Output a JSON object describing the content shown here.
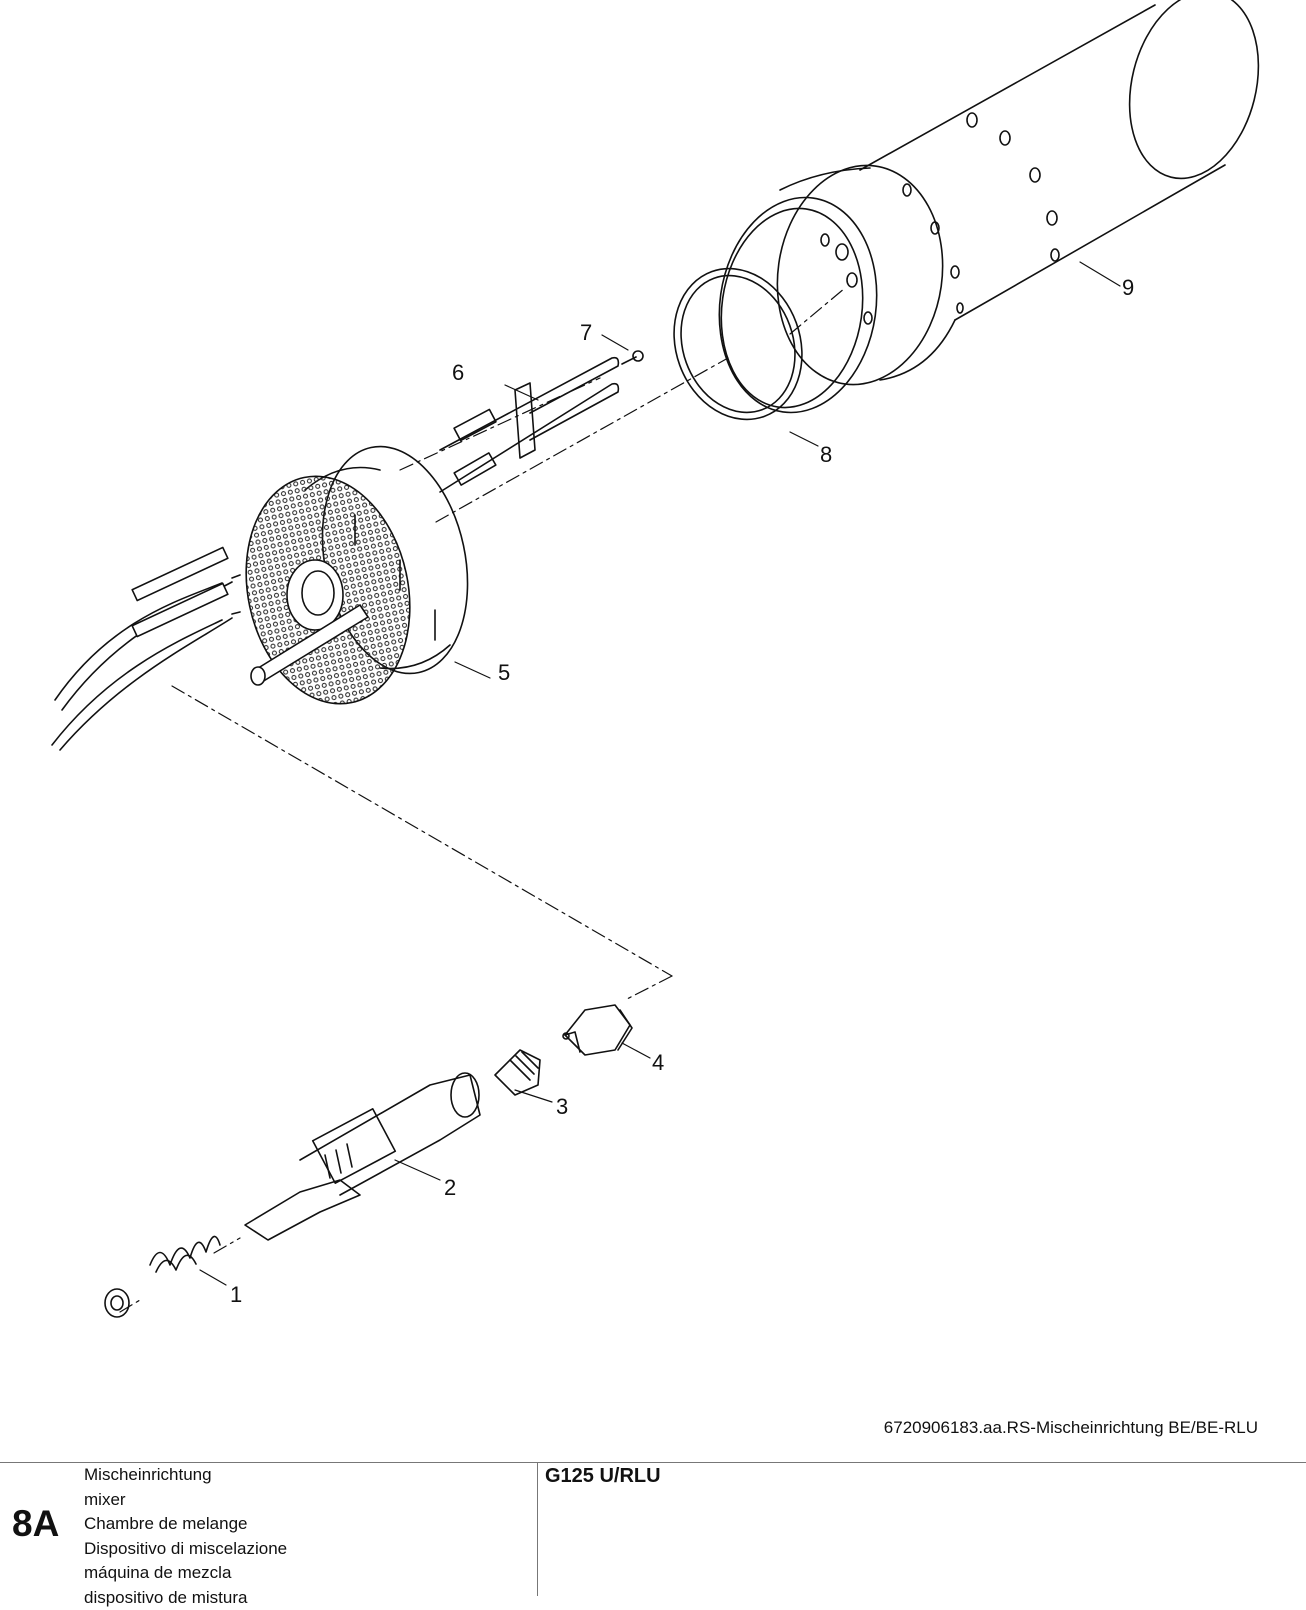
{
  "callouts": [
    "1",
    "2",
    "3",
    "4",
    "5",
    "6",
    "7",
    "8",
    "9"
  ],
  "reference_code": "6720906183.aa.RS-Mischeinrichtung BE/BE-RLU",
  "title_block": {
    "sheet_number": "8A",
    "names": [
      "Mischeinrichtung",
      "mixer",
      "Chambre de melange",
      "Dispositivo di miscelazione",
      "máquina de mezcla",
      "dispositivo de mistura"
    ],
    "model": "G125 U/RLU"
  }
}
